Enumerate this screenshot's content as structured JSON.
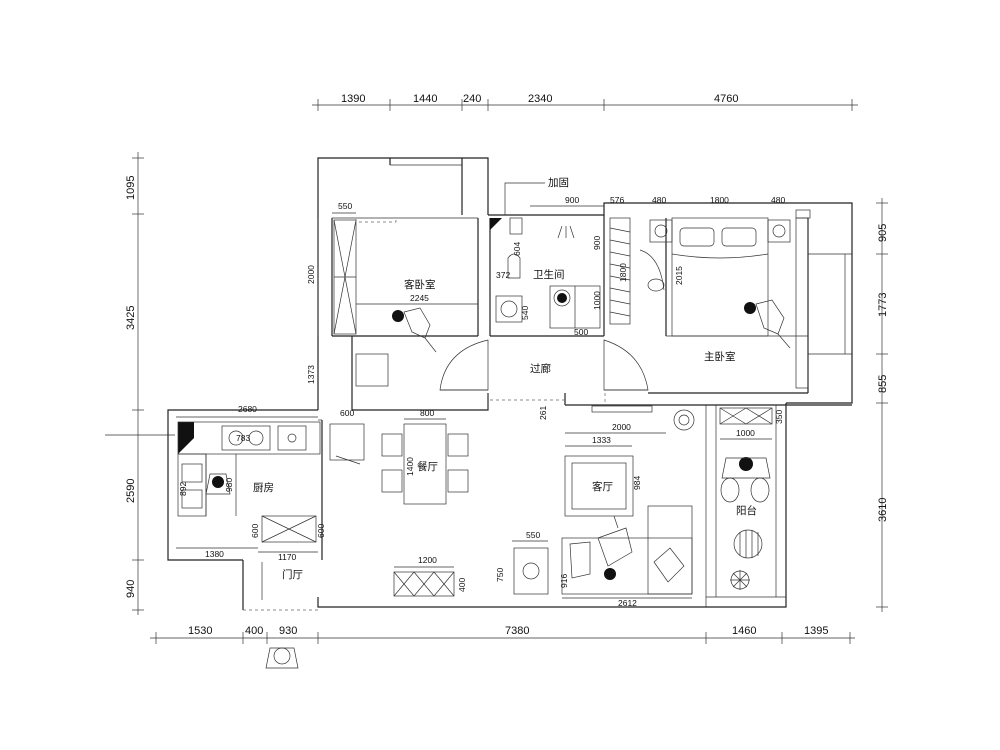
{
  "top_dims": [
    "1390",
    "1440",
    "240",
    "2340",
    "4760"
  ],
  "left_dims": [
    "1095",
    "3425",
    "2590",
    "940"
  ],
  "right_dims": [
    "905",
    "1773",
    "855",
    "3610"
  ],
  "bottom_dims": [
    "1530",
    "400",
    "930",
    "7380",
    "1460",
    "1395"
  ],
  "rooms": {
    "guest_bedroom": "客卧室",
    "bathroom": "卫生间",
    "corridor": "过廊",
    "master_bedroom": "主卧室",
    "kitchen": "厨房",
    "dining": "餐厅",
    "living": "客厅",
    "balcony": "阳台",
    "foyer": "门厅"
  },
  "annotations": {
    "addition": "加固"
  },
  "inner_dims": {
    "d550a": "550",
    "d2000": "2000",
    "d2245": "2245",
    "d1373": "1373",
    "d900a": "900",
    "d576": "576",
    "d480a": "480",
    "d1800": "1800",
    "d480b": "480",
    "d604": "604",
    "d372": "372",
    "d540": "540",
    "d900b": "900",
    "d1800v": "1800",
    "d1000a": "1000",
    "d500": "500",
    "d2015": "2015",
    "d2680": "2680",
    "d600a": "600",
    "d800": "800",
    "d261": "261",
    "d2000b": "2000",
    "d1000b": "1000",
    "d350": "350",
    "d1333": "1333",
    "d1400": "1400",
    "d984": "984",
    "d892": "892",
    "d980": "980",
    "d600b": "600",
    "d600c": "600",
    "d1380": "1380",
    "d1170": "1170",
    "d1200": "1200",
    "d400": "400",
    "d550b": "550",
    "d750": "750",
    "d916": "916",
    "d2612": "2612",
    "d783": "783"
  }
}
